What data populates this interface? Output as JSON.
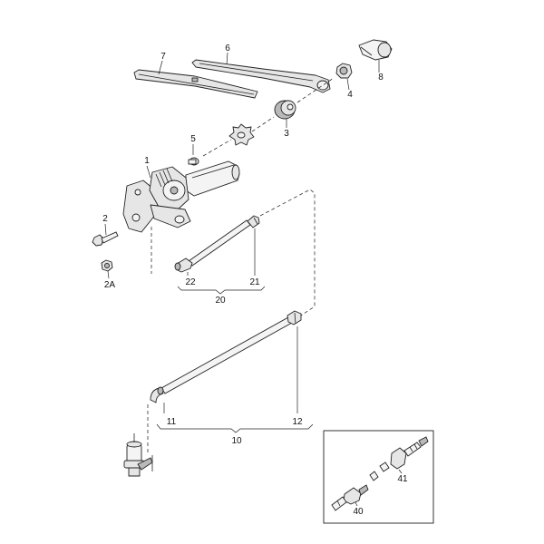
{
  "diagram": {
    "callouts": {
      "p1": "1",
      "p2": "2",
      "p2a": "2A",
      "p3": "3",
      "p4": "4",
      "p5": "5",
      "p6": "6",
      "p7": "7",
      "p8": "8",
      "p10": "10",
      "p11": "11",
      "p12": "12",
      "p20": "20",
      "p21": "21",
      "p22": "22",
      "p40": "40",
      "p41": "41"
    }
  }
}
